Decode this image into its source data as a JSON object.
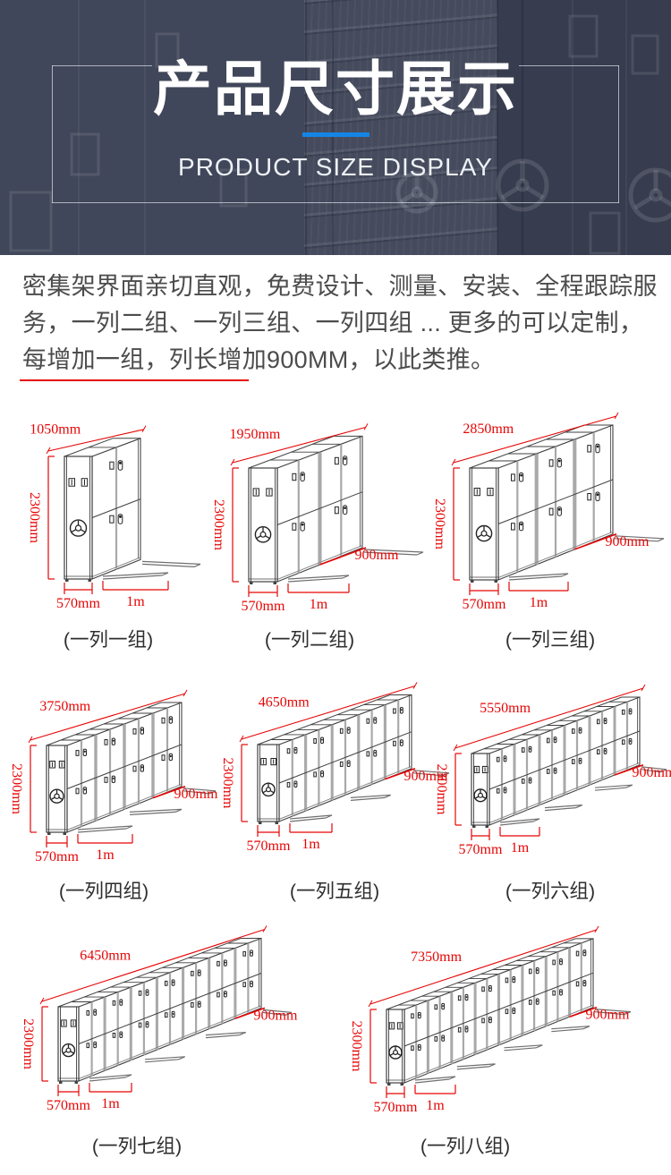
{
  "banner": {
    "title": "产品尺寸展示",
    "subtitle": "PRODUCT SIZE DISPLAY",
    "accent_color": "#1585e5",
    "background_color": "#3e4457"
  },
  "intro": {
    "lines": [
      "密集架界面亲切直观，免费设计、测量、安装、全程跟踪服",
      "务，一列二组、一列三组、一列四组 ... 更多的可以定制，",
      "每增加一组，列长增加900MM，以此类推。"
    ],
    "underline_color": "#e60505"
  },
  "colors": {
    "dimension_red": "#e60505",
    "drawing_line": "#3f3f3f"
  },
  "units": [
    {
      "caption": "(一列一组)",
      "width_label": "1050mm",
      "height_label": "2300mm",
      "depth_label": "570mm",
      "rail_label": "1m",
      "section_label": null,
      "groups": 1
    },
    {
      "caption": "(一列二组)",
      "width_label": "1950mm",
      "height_label": "2300mm",
      "depth_label": "570mm",
      "rail_label": "1m",
      "section_label": "900mm",
      "groups": 2
    },
    {
      "caption": "(一列三组)",
      "width_label": "2850mm",
      "height_label": "2300mm",
      "depth_label": "570mm",
      "rail_label": "1m",
      "section_label": "900mm",
      "groups": 3
    },
    {
      "caption": "(一列四组)",
      "width_label": "3750mm",
      "height_label": "2300mm",
      "depth_label": "570mm",
      "rail_label": "1m",
      "section_label": "900mm",
      "groups": 4
    },
    {
      "caption": "(一列五组)",
      "width_label": "4650mm",
      "height_label": "2300mm",
      "depth_label": "570mm",
      "rail_label": "1m",
      "section_label": "900mm",
      "groups": 5
    },
    {
      "caption": "(一列六组)",
      "width_label": "5550mm",
      "height_label": "2300mm",
      "depth_label": "570mm",
      "rail_label": "1m",
      "section_label": "900mm",
      "groups": 6
    },
    {
      "caption": "(一列七组)",
      "width_label": "6450mm",
      "height_label": "2300mm",
      "depth_label": "570mm",
      "rail_label": "1m",
      "section_label": "900mm",
      "groups": 7
    },
    {
      "caption": "(一列八组)",
      "width_label": "7350mm",
      "height_label": "2300mm",
      "depth_label": "570mm",
      "rail_label": "1m",
      "section_label": "900mm",
      "groups": 8
    }
  ]
}
